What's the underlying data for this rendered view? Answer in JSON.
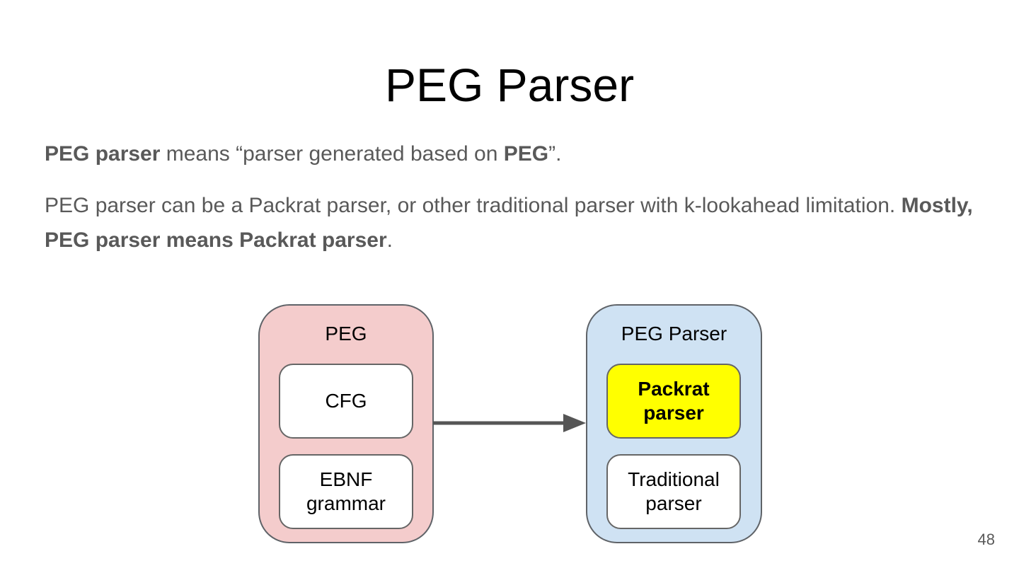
{
  "title": "PEG Parser",
  "page_number": "48",
  "body": {
    "p1": {
      "parts": [
        {
          "text": "PEG parser",
          "bold": true
        },
        {
          "text": " means “parser generated based on ",
          "bold": false
        },
        {
          "text": "PEG",
          "bold": true
        },
        {
          "text": "”.",
          "bold": false
        }
      ]
    },
    "p2": {
      "parts": [
        {
          "text": "PEG parser can be a Packrat parser, or other traditional parser with k-lookahead limitation. ",
          "bold": false
        },
        {
          "text": "Mostly, PEG parser means Packrat parser",
          "bold": true
        },
        {
          "text": ".",
          "bold": false
        }
      ]
    }
  },
  "diagram": {
    "peg_group": {
      "label": "PEG",
      "fill": "#f4cccc",
      "items": [
        {
          "label": "CFG",
          "fill": "#ffffff",
          "bold": false
        },
        {
          "label": "EBNF\ngrammar",
          "fill": "#ffffff",
          "bold": false
        }
      ]
    },
    "parser_group": {
      "label": "PEG Parser",
      "fill": "#cfe2f3",
      "items": [
        {
          "label": "Packrat\nparser",
          "fill": "#ffff00",
          "bold": true
        },
        {
          "label": "Traditional\nparser",
          "fill": "#ffffff",
          "bold": false
        }
      ]
    },
    "arrow": {
      "direction": "left-to-right",
      "color": "#555555"
    }
  },
  "colors": {
    "title_text": "#000000",
    "body_text": "#595959",
    "outline": "#5f6368",
    "node_outline": "#666666",
    "page_number_text": "#595959",
    "background": "#ffffff"
  }
}
